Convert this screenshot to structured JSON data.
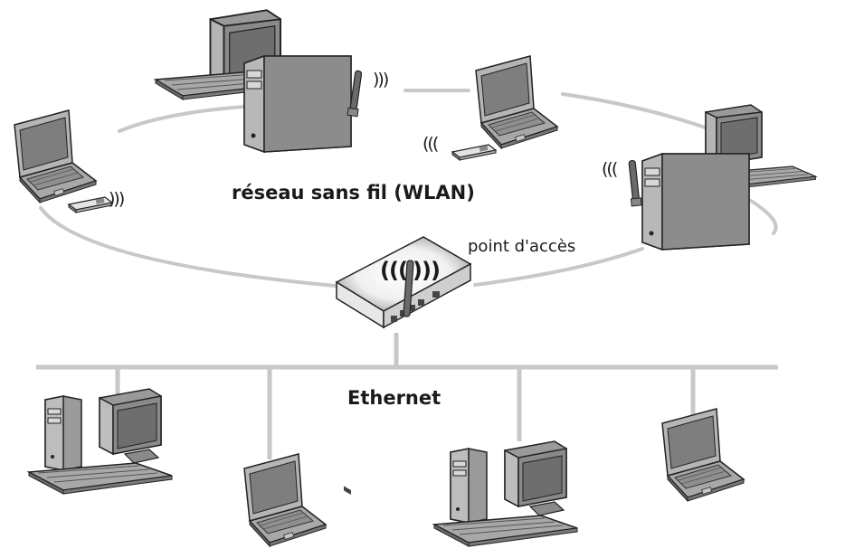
{
  "labels": {
    "wlan": "réseau sans fil (WLAN)",
    "access_point": "point d'accès",
    "ethernet": "Ethernet"
  },
  "waves": {
    "right": ")))",
    "left": "(((",
    "router_left": "(((",
    "router_right": ")))"
  },
  "colors": {
    "link": "#c8c8c8",
    "body_light": "#bdbdbd",
    "body_mid": "#9a9a9a",
    "body_dark": "#555555",
    "screen": "#7a7a7a",
    "outline": "#222222"
  },
  "icons": [
    "desktop-computer-icon",
    "laptop-icon",
    "wireless-card-icon",
    "access-point-router-icon"
  ]
}
